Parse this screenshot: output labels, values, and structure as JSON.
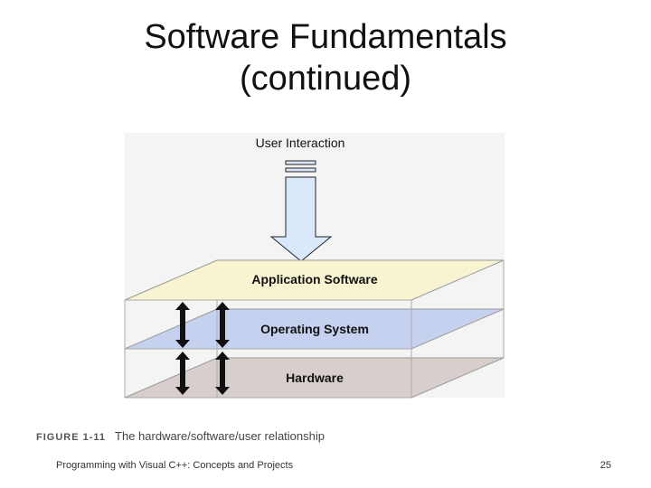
{
  "slide": {
    "title_line1": "Software Fundamentals",
    "title_line2": "(continued)"
  },
  "diagram": {
    "top_label": "User Interaction",
    "layers": [
      {
        "label": "Application Software",
        "color": "#f8f3d0"
      },
      {
        "label": "Operating System",
        "color": "#c5d1ef"
      },
      {
        "label": "Hardware",
        "color": "#d8cfcd"
      }
    ],
    "arrow_color": "#d9e8fb"
  },
  "caption": {
    "figure_number": "FIGURE 1-11",
    "text": "The hardware/software/user relationship"
  },
  "footer": {
    "course": "Programming with Visual C++: Concepts and Projects",
    "page_number": "25"
  }
}
